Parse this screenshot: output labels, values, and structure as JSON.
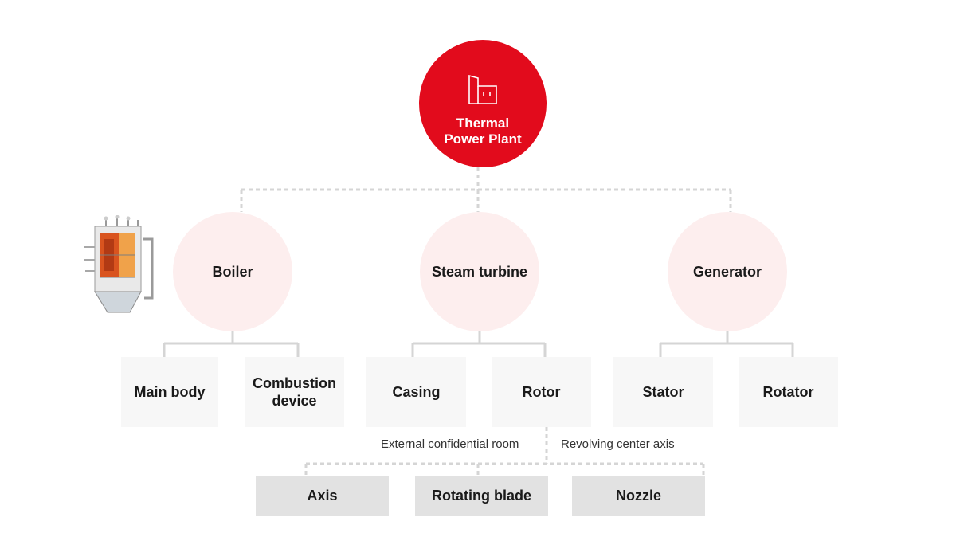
{
  "root": {
    "line1": "Thermal",
    "line2": "Power Plant",
    "icon": "factory-icon",
    "color": "#e20b1c"
  },
  "categories": [
    {
      "label": "Boiler"
    },
    {
      "label": "Steam turbine"
    },
    {
      "label": "Generator"
    }
  ],
  "components": [
    {
      "label": "Main body"
    },
    {
      "label": "Combustion device"
    },
    {
      "label": "Casing"
    },
    {
      "label": "Rotor"
    },
    {
      "label": "Stator"
    },
    {
      "label": "Rotator"
    }
  ],
  "notes": {
    "left": "External confidential room",
    "right": "Revolving center axis"
  },
  "rotor_parts": [
    {
      "label": "Axis"
    },
    {
      "label": "Rotating blade"
    },
    {
      "label": "Nozzle"
    }
  ],
  "boiler_image": "boiler-illustration"
}
